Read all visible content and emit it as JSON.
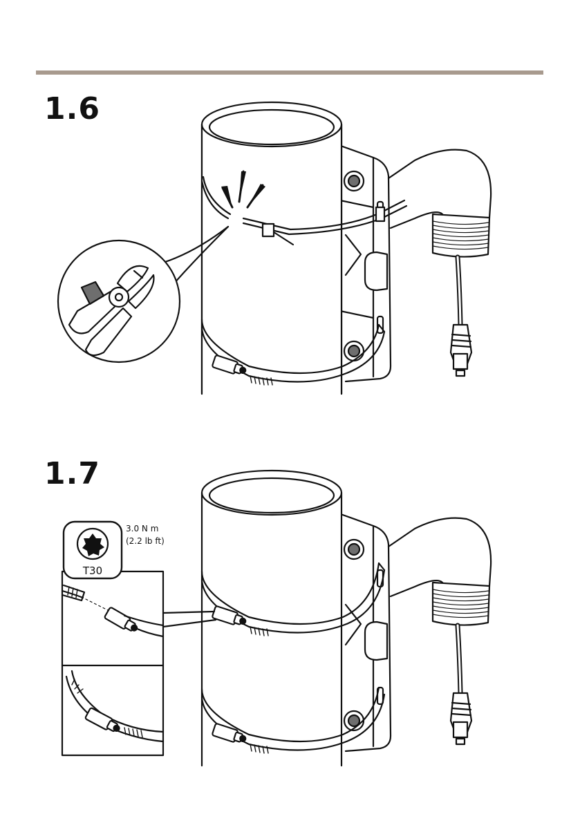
{
  "steps": [
    {
      "number": "1.6"
    },
    {
      "number": "1.7",
      "tool": {
        "label": "T30",
        "torque_metric": "3.0 N m",
        "torque_imperial": "(2.2 lb ft)"
      }
    }
  ],
  "colors": {
    "rule": "#a89a8e",
    "line": "#111111",
    "shade": "#6e6e6e"
  },
  "icons": [
    "wire-cutter-icon",
    "cable-tie-icon",
    "pole-icon",
    "wall-mount-bracket-icon",
    "hose-clamp-icon",
    "network-cable-icon",
    "torx-t30-icon"
  ]
}
